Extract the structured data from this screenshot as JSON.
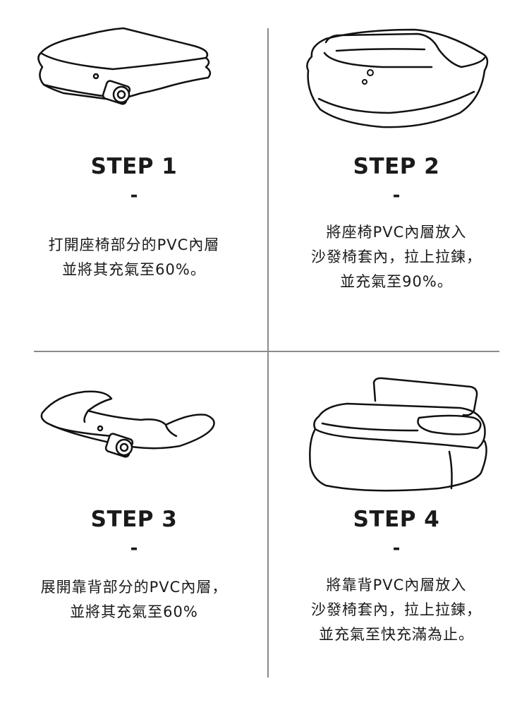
{
  "steps": [
    {
      "title": "STEP 1",
      "dash": "-",
      "lines": [
        "打開座椅部分的PVC內層",
        "並將其充氣至60%。"
      ],
      "icon": "seat-layer-deflated-icon"
    },
    {
      "title": "STEP 2",
      "dash": "-",
      "lines": [
        "將座椅PVC內層放入",
        "沙發椅套內，拉上拉鍊，",
        "並充氣至90%。"
      ],
      "icon": "seat-in-cover-icon"
    },
    {
      "title": "STEP 3",
      "dash": "-",
      "lines": [
        "展開靠背部分的PVC內層，",
        "並將其充氣至60%"
      ],
      "icon": "backrest-layer-icon"
    },
    {
      "title": "STEP 4",
      "dash": "-",
      "lines": [
        "將靠背PVC內層放入",
        "沙發椅套內，拉上拉鍊，",
        "並充氣至快充滿為止。"
      ],
      "icon": "inflated-sofa-icon"
    }
  ]
}
